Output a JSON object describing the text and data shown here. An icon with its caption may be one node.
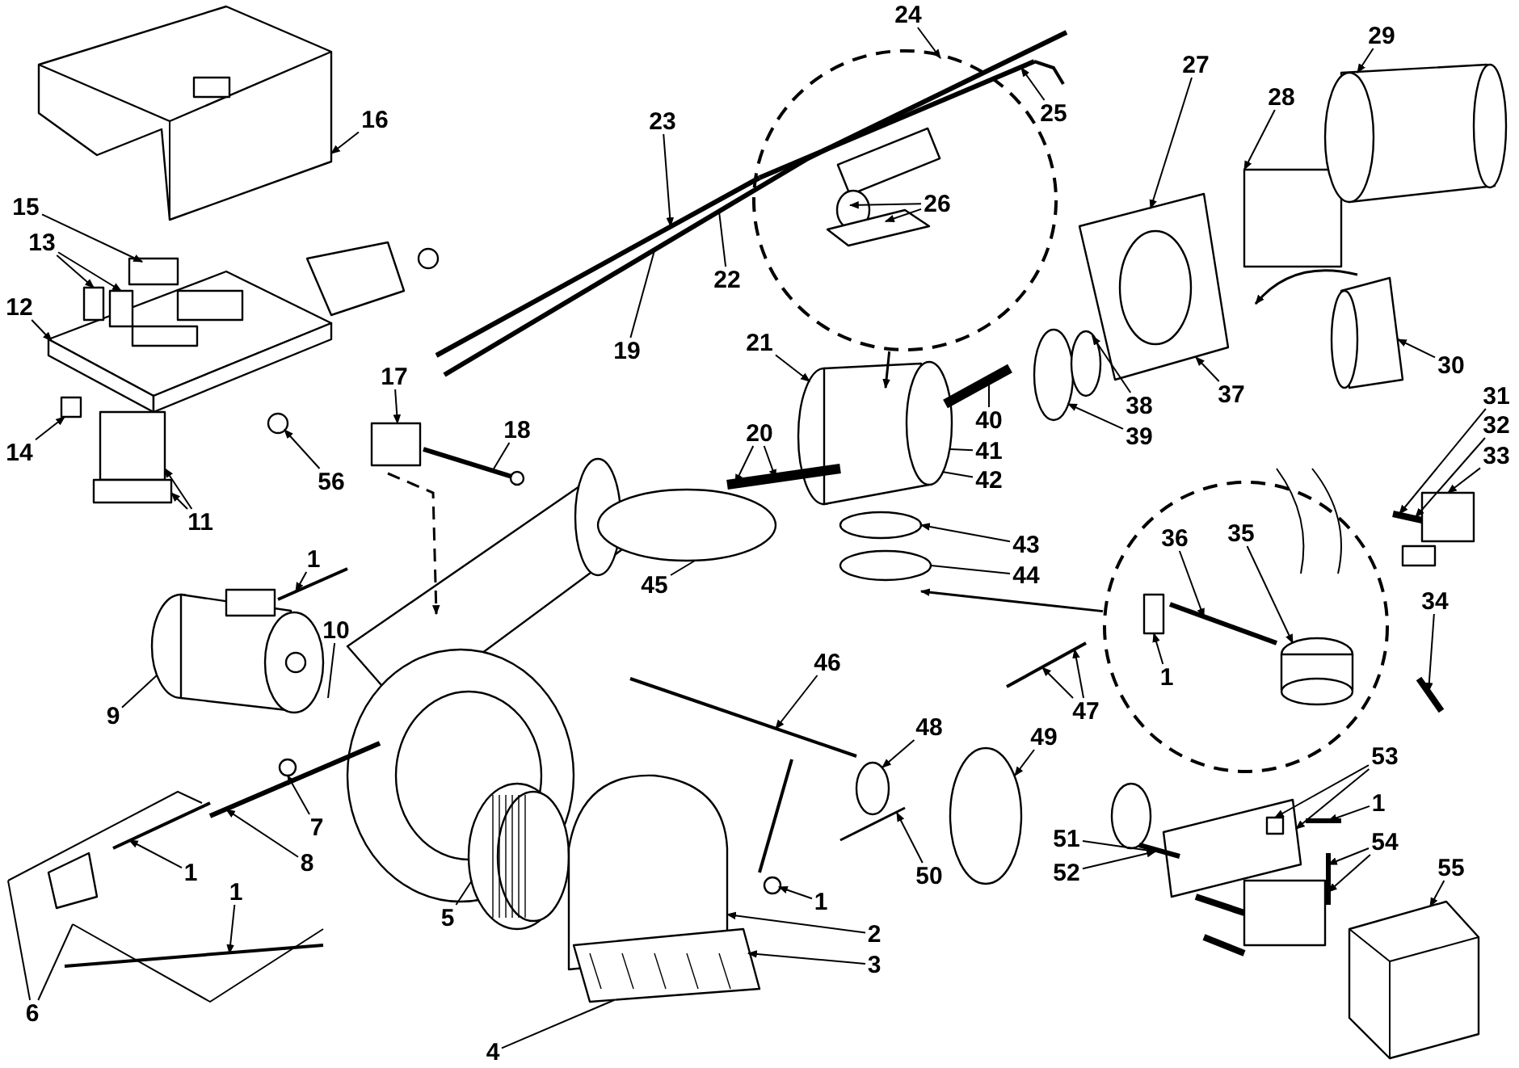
{
  "diagram": {
    "nodes": [
      {
        "text": [
          "16"
        ]
      },
      {
        "text": [
          "15"
        ]
      },
      {
        "text": [
          "13"
        ]
      },
      {
        "text": [
          "12"
        ]
      },
      {
        "text": [
          "14"
        ]
      },
      {
        "text": [
          "11"
        ]
      },
      {
        "text": [
          "56"
        ]
      },
      {
        "text": [
          "17"
        ]
      },
      {
        "text": [
          "18"
        ]
      },
      {
        "text": [
          "1"
        ]
      },
      {
        "text": [
          "9"
        ]
      },
      {
        "text": [
          "10"
        ]
      },
      {
        "text": [
          "7"
        ]
      },
      {
        "text": [
          "8"
        ]
      },
      {
        "text": [
          "1"
        ]
      },
      {
        "text": [
          "1"
        ]
      },
      {
        "text": [
          "6"
        ]
      },
      {
        "text": [
          "5"
        ]
      },
      {
        "text": [
          "4"
        ]
      },
      {
        "text": [
          "2"
        ]
      },
      {
        "text": [
          "3"
        ]
      },
      {
        "text": [
          "1"
        ]
      },
      {
        "text": [
          "19"
        ]
      },
      {
        "text": [],
        "shape": "circle"
      },
      {
        "text": [
          "26"
        ],
        "in": 23
      },
      {
        "text": [
          "20"
        ]
      },
      {
        "text": [
          "21"
        ]
      },
      {
        "text": [
          "22"
        ]
      },
      {
        "text": [
          "23"
        ]
      },
      {
        "text": [
          "24"
        ]
      },
      {
        "text": [
          "25"
        ]
      },
      {
        "text": [
          "27"
        ]
      },
      {
        "text": [
          "28"
        ]
      },
      {
        "text": [
          "29"
        ]
      },
      {
        "text": [
          "30"
        ]
      },
      {
        "text": [
          "31"
        ]
      },
      {
        "text": [
          "32"
        ]
      },
      {
        "text": [
          "33"
        ]
      },
      {
        "text": [],
        "shape": "circle"
      },
      {
        "text": [
          "36"
        ],
        "in": 38
      },
      {
        "text": [
          "35"
        ],
        "in": 38
      },
      {
        "text": [
          "1"
        ],
        "in": 38
      },
      {
        "text": [
          "34"
        ]
      },
      {
        "text": [
          "37"
        ]
      },
      {
        "text": [
          "38"
        ]
      },
      {
        "text": [
          "39"
        ]
      },
      {
        "text": [
          "40"
        ]
      },
      {
        "text": [
          "41"
        ]
      },
      {
        "text": [
          "42"
        ]
      },
      {
        "text": [
          "43"
        ]
      },
      {
        "text": [
          "44"
        ]
      },
      {
        "text": [
          "45"
        ]
      },
      {
        "text": [
          "46"
        ]
      },
      {
        "text": [
          "47"
        ]
      },
      {
        "text": [
          "48"
        ]
      },
      {
        "text": [
          "49"
        ]
      },
      {
        "text": [
          "50"
        ]
      },
      {
        "text": [
          "51"
        ]
      },
      {
        "text": [
          "52"
        ]
      },
      {
        "text": [
          "53"
        ]
      },
      {
        "text": [
          "1"
        ]
      },
      {
        "text": [
          "54"
        ]
      },
      {
        "text": [
          "55"
        ]
      }
    ],
    "edges": [
      {
        "from": 0,
        "to": null,
        "arrow": "to"
      },
      {
        "from": 1,
        "to": null,
        "arrow": "to"
      },
      {
        "from": 2,
        "to": null,
        "arrow": "to"
      },
      {
        "from": 2,
        "to": null,
        "arrow": "to"
      },
      {
        "from": 3,
        "to": null,
        "arrow": "to"
      },
      {
        "from": 4,
        "to": null,
        "arrow": "to"
      },
      {
        "from": 5,
        "to": null,
        "arrow": "to"
      },
      {
        "from": 5,
        "to": null,
        "arrow": "to"
      },
      {
        "from": 6,
        "to": null,
        "arrow": "to"
      },
      {
        "from": 7,
        "to": null,
        "arrow": "to"
      },
      {
        "from": 8,
        "to": null,
        "arrow": "none"
      },
      {
        "from": 9,
        "to": null,
        "arrow": "to"
      },
      {
        "from": 10,
        "to": null,
        "arrow": "none"
      },
      {
        "from": 11,
        "to": null,
        "arrow": "none"
      },
      {
        "from": 12,
        "to": null,
        "arrow": "to"
      },
      {
        "from": 13,
        "to": null,
        "arrow": "to"
      },
      {
        "from": 14,
        "to": null,
        "arrow": "to"
      },
      {
        "from": 15,
        "to": null,
        "arrow": "to"
      },
      {
        "from": 16,
        "to": null,
        "arrow": "none"
      },
      {
        "from": 16,
        "to": null,
        "arrow": "none"
      },
      {
        "from": 17,
        "to": null,
        "arrow": "none"
      },
      {
        "from": 18,
        "to": null,
        "arrow": "none"
      },
      {
        "from": 19,
        "to": null,
        "arrow": "to"
      },
      {
        "from": 20,
        "to": null,
        "arrow": "to"
      },
      {
        "from": 21,
        "to": null,
        "arrow": "to"
      },
      {
        "from": 22,
        "to": null,
        "arrow": "none"
      },
      {
        "from": 23,
        "to": null,
        "arrow": "to"
      },
      {
        "from": 24,
        "to": null,
        "arrow": "to"
      },
      {
        "from": 24,
        "to": null,
        "arrow": "to"
      },
      {
        "from": 25,
        "to": null,
        "arrow": "to"
      },
      {
        "from": 25,
        "to": null,
        "arrow": "to"
      },
      {
        "from": 26,
        "to": null,
        "arrow": "to"
      },
      {
        "from": 27,
        "to": null,
        "arrow": "none"
      },
      {
        "from": 28,
        "to": null,
        "arrow": "to"
      },
      {
        "from": 29,
        "to": null,
        "arrow": "to"
      },
      {
        "from": 30,
        "to": null,
        "arrow": "to"
      },
      {
        "from": 31,
        "to": null,
        "arrow": "to"
      },
      {
        "from": 32,
        "to": null,
        "arrow": "to"
      },
      {
        "from": 33,
        "to": null,
        "arrow": "to"
      },
      {
        "from": 34,
        "to": null,
        "arrow": "to"
      },
      {
        "from": 35,
        "to": null,
        "arrow": "to"
      },
      {
        "from": 36,
        "to": null,
        "arrow": "to"
      },
      {
        "from": 37,
        "to": null,
        "arrow": "to"
      },
      {
        "from": 38,
        "to": null,
        "arrow": "to"
      },
      {
        "from": 39,
        "to": null,
        "arrow": "to"
      },
      {
        "from": 40,
        "to": null,
        "arrow": "to"
      },
      {
        "from": 41,
        "to": null,
        "arrow": "to"
      },
      {
        "from": 42,
        "to": null,
        "arrow": "to"
      },
      {
        "from": 43,
        "to": null,
        "arrow": "to"
      },
      {
        "from": 44,
        "to": null,
        "arrow": "to"
      },
      {
        "from": 45,
        "to": null,
        "arrow": "to"
      },
      {
        "from": 46,
        "to": null,
        "arrow": "none"
      },
      {
        "from": 47,
        "to": null,
        "arrow": "none"
      },
      {
        "from": 48,
        "to": null,
        "arrow": "none"
      },
      {
        "from": 49,
        "to": null,
        "arrow": "to"
      },
      {
        "from": 50,
        "to": null,
        "arrow": "none"
      },
      {
        "from": 51,
        "to": null,
        "arrow": "none"
      },
      {
        "from": 52,
        "to": null,
        "arrow": "to"
      },
      {
        "from": 53,
        "to": null,
        "arrow": "to"
      },
      {
        "from": 53,
        "to": null,
        "arrow": "to"
      },
      {
        "from": 54,
        "to": null,
        "arrow": "to"
      },
      {
        "from": 55,
        "to": null,
        "arrow": "to"
      },
      {
        "from": 56,
        "to": null,
        "arrow": "to"
      },
      {
        "from": 57,
        "to": null,
        "arrow": "to"
      },
      {
        "from": 58,
        "to": null,
        "arrow": "to"
      },
      {
        "from": 59,
        "to": null,
        "arrow": "to"
      },
      {
        "from": 59,
        "to": null,
        "arrow": "to"
      },
      {
        "from": 60,
        "to": null,
        "arrow": "to"
      },
      {
        "from": 61,
        "to": null,
        "arrow": "to"
      },
      {
        "from": 61,
        "to": null,
        "arrow": "to"
      },
      {
        "from": 62,
        "to": null,
        "arrow": "to"
      }
    ]
  }
}
